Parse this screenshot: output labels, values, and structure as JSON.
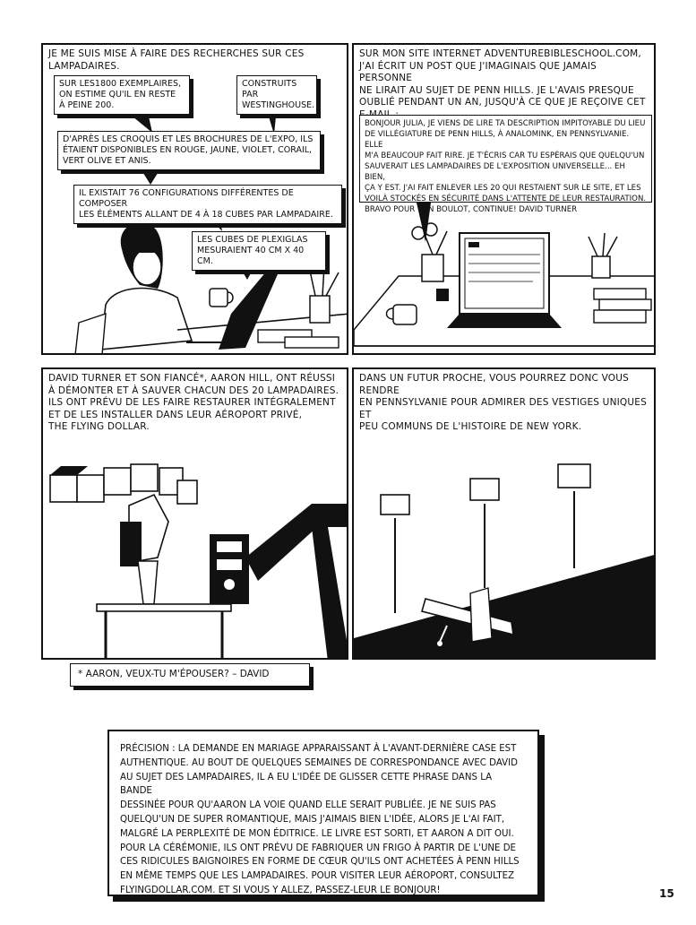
{
  "page_number": "15",
  "panel1": {
    "caption": "JE ME SUIS MISE À FAIRE DES RECHERCHES SUR CES LAMPADAIRES.",
    "box1": "SUR LES1800 EXEMPLAIRES,\nON ESTIME QU'IL EN RESTE\nÀ PEINE 200.",
    "box2": "CONSTRUITS PAR\nWESTINGHOUSE.",
    "box3": "D'APRÈS LES CROQUIS ET LES BROCHURES DE L'EXPO, ILS\nÉTAIENT DISPONIBLES EN ROUGE, JAUNE, VIOLET, CORAIL,\nVERT OLIVE ET ANIS.",
    "box4": "IL EXISTAIT 76 CONFIGURATIONS DIFFÉRENTES DE COMPOSER\nLES ÉLÉMENTS ALLANT DE 4 À 18 CUBES PAR LAMPADAIRE.",
    "box5": "LES CUBES DE PLEXIGLAS\nMESURAIENT 40 CM X 40 CM."
  },
  "panel2": {
    "caption": "SUR MON SITE INTERNET ADVENTUREBIBLESCHOOL.COM,\nJ'AI ÉCRIT UN POST QUE J'IMAGINAIS QUE JAMAIS PERSONNE\nNE LIRAIT AU SUJET DE PENN HILLS. JE L'AVAIS PRESQUE\nOUBLIÉ PENDANT UN AN, JUSQU'À CE QUE JE REÇOIVE CET\nE-MAIL :",
    "email": "BONJOUR JULIA, JE VIENS DE LIRE TA DESCRIPTION IMPITOYABLE DU LIEU\nDE VILLÉGIATURE DE PENN HILLS, À ANALOMINK, EN PENNSYLVANIE. ELLE\nM'A BEAUCOUP FAIT RIRE. JE T'ÉCRIS CAR TU ESPÉRAIS QUE QUELQU'UN\nSAUVERAIT LES LAMPADAIRES DE L'EXPOSITION UNIVERSELLE... EH BIEN,\nÇA Y EST. J'AI FAIT ENLEVER LES 20 QUI RESTAIENT SUR LE SITE, ET LES\nVOILÀ STOCKÉS EN SÉCURITÉ DANS L'ATTENTE DE LEUR RESTAURATION.\nBRAVO POUR TON BOULOT, CONTINUE! DAVID TURNER"
  },
  "panel3": {
    "caption": "DAVID TURNER ET SON FIANCÉ*, AARON HILL, ONT RÉUSSI\nÀ DÉMONTER ET À SAUVER CHACUN DES 20 LAMPADAIRES.\nILS ONT PRÉVU DE LES FAIRE RESTAURER INTÉGRALEMENT\nET DE LES INSTALLER DANS LEUR AÉROPORT PRIVÉ,\nTHE FLYING DOLLAR."
  },
  "panel4": {
    "caption": "DANS UN FUTUR PROCHE, VOUS POURREZ DONC VOUS RENDRE\nEN PENNSYLVANIE POUR ADMIRER DES VESTIGES UNIQUES ET\nPEU COMMUNS DE L'HISTOIRE DE NEW YORK."
  },
  "footnote": "* AARON, VEUX-TU M'ÉPOUSER? – DAVID",
  "note": "PRÉCISION : LA DEMANDE EN MARIAGE APPARAISSANT À L'AVANT-DERNIÈRE CASE EST\nAUTHENTIQUE. AU BOUT DE QUELQUES SEMAINES DE CORRESPONDANCE AVEC DAVID\nAU SUJET DES LAMPADAIRES, IL A EU L'IDÉE DE GLISSER CETTE PHRASE DANS LA BANDE\nDESSINÉE POUR QU'AARON LA VOIE QUAND ELLE SERAIT PUBLIÉE. JE NE SUIS PAS\nQUELQU'UN DE SUPER ROMANTIQUE, MAIS J'AIMAIS BIEN L'IDÉE, ALORS JE L'AI FAIT,\nMALGRÉ LA PERPLEXITÉ DE MON ÉDITRICE. LE LIVRE EST SORTI, ET AARON A DIT OUI.\nPOUR LA CÉRÉMONIE, ILS ONT PRÉVU DE FABRIQUER UN FRIGO À PARTIR DE L'UNE DE\nCES RIDICULES BAIGNOIRES EN FORME DE CŒUR QU'ILS ONT ACHETÉES À PENN HILLS\nEN MÊME TEMPS QUE LES LAMPADAIRES. POUR VISITER LEUR AÉROPORT, CONSULTEZ\nFLYINGDOLLAR.COM. ET SI VOUS Y ALLEZ, PASSEZ-LEUR LE BONJOUR!"
}
